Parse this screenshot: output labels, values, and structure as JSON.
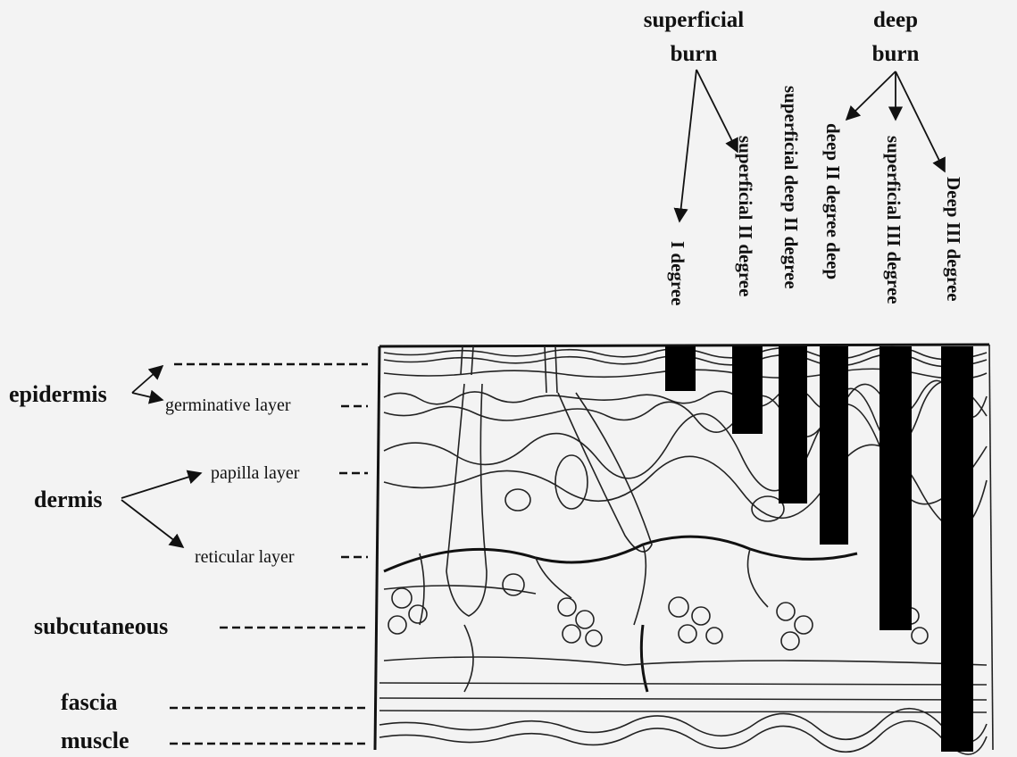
{
  "title": "",
  "colors": {
    "ink": "#111111",
    "bar": "#000000",
    "paper": "#f3f3f3"
  },
  "layers": {
    "epidermis": "epidermis",
    "germinative": "germinative layer",
    "dermis": "dermis",
    "papilla": "papilla layer",
    "reticular": "reticular layer",
    "subcutaneous": "subcutaneous",
    "fascia": "fascia",
    "muscle": "muscle"
  },
  "groups": {
    "superficial_line1": "superficial",
    "superficial_line2": "burn",
    "deep_line1": "deep",
    "deep_line2": "burn"
  },
  "degrees": [
    {
      "label": "I degree",
      "depth_layer": "epidermis"
    },
    {
      "label": "superficial II degree",
      "depth_layer": "germinative layer"
    },
    {
      "label": "superficial deep II degree",
      "depth_layer": "papilla layer"
    },
    {
      "label": "deep II degree deep",
      "depth_layer": "reticular layer"
    },
    {
      "label": "superficial III degree",
      "depth_layer": "subcutaneous"
    },
    {
      "label": "Deep III degree",
      "depth_layer": "muscle"
    }
  ]
}
